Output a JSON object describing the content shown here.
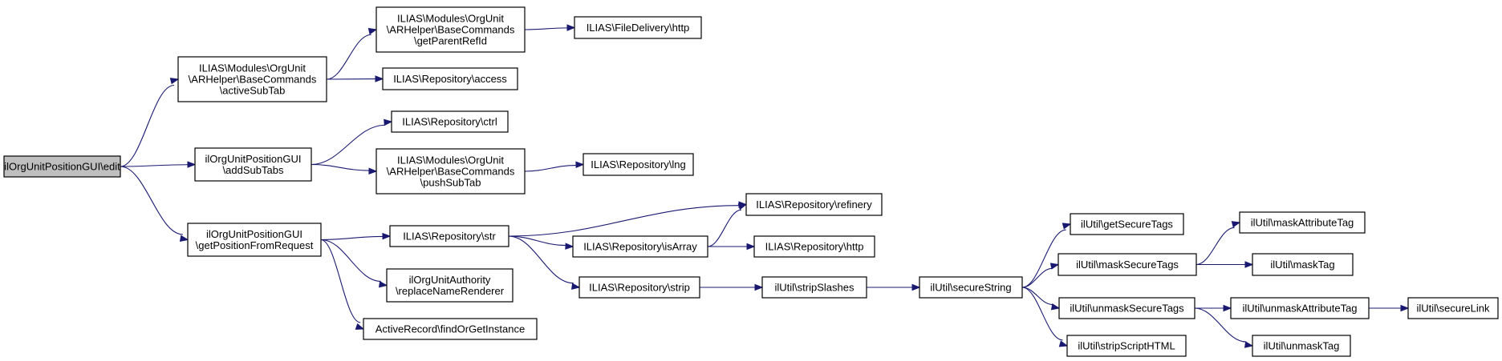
{
  "graph": {
    "nodes": [
      {
        "id": "n0",
        "lines": [
          "ilOrgUnitPositionGUI\\edit"
        ],
        "root": true
      },
      {
        "id": "n1",
        "lines": [
          "ILIAS\\Modules\\OrgUnit",
          "\\ARHelper\\BaseCommands",
          "\\activeSubTab"
        ]
      },
      {
        "id": "n2",
        "lines": [
          "ilOrgUnitPositionGUI",
          "\\addSubTabs"
        ]
      },
      {
        "id": "n3",
        "lines": [
          "ilOrgUnitPositionGUI",
          "\\getPositionFromRequest"
        ]
      },
      {
        "id": "n4",
        "lines": [
          "ILIAS\\Modules\\OrgUnit",
          "\\ARHelper\\BaseCommands",
          "\\getParentRefId"
        ]
      },
      {
        "id": "n5",
        "lines": [
          "ILIAS\\Repository\\access"
        ]
      },
      {
        "id": "n6",
        "lines": [
          "ILIAS\\Repository\\ctrl"
        ]
      },
      {
        "id": "n7",
        "lines": [
          "ILIAS\\Modules\\OrgUnit",
          "\\ARHelper\\BaseCommands",
          "\\pushSubTab"
        ]
      },
      {
        "id": "n8",
        "lines": [
          "ILIAS\\Repository\\str"
        ]
      },
      {
        "id": "n9",
        "lines": [
          "ilOrgUnitAuthority",
          "\\replaceNameRenderer"
        ]
      },
      {
        "id": "n10",
        "lines": [
          "ActiveRecord\\findOrGetInstance"
        ]
      },
      {
        "id": "n11",
        "lines": [
          "ILIAS\\FileDelivery\\http"
        ]
      },
      {
        "id": "n12",
        "lines": [
          "ILIAS\\Repository\\lng"
        ]
      },
      {
        "id": "n13",
        "lines": [
          "ILIAS\\Repository\\isArray"
        ]
      },
      {
        "id": "n14",
        "lines": [
          "ILIAS\\Repository\\strip"
        ]
      },
      {
        "id": "n15",
        "lines": [
          "ILIAS\\Repository\\refinery"
        ]
      },
      {
        "id": "n16",
        "lines": [
          "ILIAS\\Repository\\http"
        ]
      },
      {
        "id": "n17",
        "lines": [
          "ilUtil\\stripSlashes"
        ]
      },
      {
        "id": "n18",
        "lines": [
          "ilUtil\\secureString"
        ]
      },
      {
        "id": "n19",
        "lines": [
          "ilUtil\\getSecureTags"
        ]
      },
      {
        "id": "n20",
        "lines": [
          "ilUtil\\maskSecureTags"
        ]
      },
      {
        "id": "n21",
        "lines": [
          "ilUtil\\unmaskSecureTags"
        ]
      },
      {
        "id": "n22",
        "lines": [
          "ilUtil\\stripScriptHTML"
        ]
      },
      {
        "id": "n23",
        "lines": [
          "ilUtil\\maskAttributeTag"
        ]
      },
      {
        "id": "n24",
        "lines": [
          "ilUtil\\maskTag"
        ]
      },
      {
        "id": "n25",
        "lines": [
          "ilUtil\\unmaskAttributeTag"
        ]
      },
      {
        "id": "n26",
        "lines": [
          "ilUtil\\unmaskTag"
        ]
      },
      {
        "id": "n27",
        "lines": [
          "ilUtil\\secureLink"
        ]
      }
    ],
    "edges": [
      [
        "n0",
        "n1"
      ],
      [
        "n0",
        "n2"
      ],
      [
        "n0",
        "n3"
      ],
      [
        "n1",
        "n4"
      ],
      [
        "n1",
        "n5"
      ],
      [
        "n2",
        "n6"
      ],
      [
        "n2",
        "n7"
      ],
      [
        "n4",
        "n11"
      ],
      [
        "n7",
        "n12"
      ],
      [
        "n3",
        "n8"
      ],
      [
        "n3",
        "n9"
      ],
      [
        "n3",
        "n10"
      ],
      [
        "n8",
        "n15"
      ],
      [
        "n8",
        "n13"
      ],
      [
        "n8",
        "n14"
      ],
      [
        "n13",
        "n15"
      ],
      [
        "n13",
        "n16"
      ],
      [
        "n14",
        "n17"
      ],
      [
        "n17",
        "n18"
      ],
      [
        "n18",
        "n19"
      ],
      [
        "n18",
        "n20"
      ],
      [
        "n18",
        "n21"
      ],
      [
        "n18",
        "n22"
      ],
      [
        "n20",
        "n23"
      ],
      [
        "n20",
        "n24"
      ],
      [
        "n21",
        "n25"
      ],
      [
        "n21",
        "n26"
      ],
      [
        "n25",
        "n27"
      ]
    ]
  }
}
